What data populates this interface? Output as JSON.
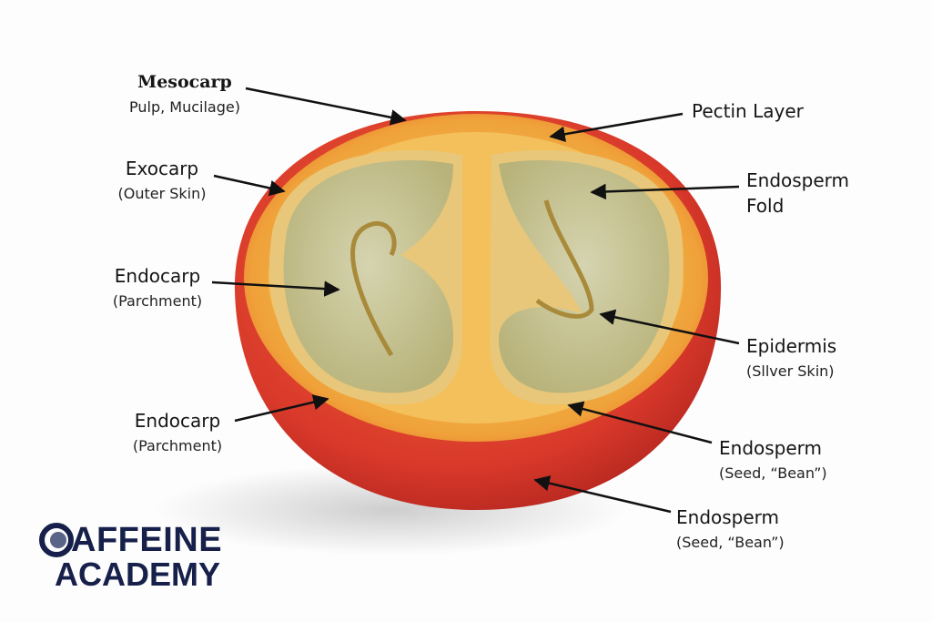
{
  "labels": {
    "mesocarp": {
      "main": "Mesocarp",
      "sub": "Pulp, Mucilage)"
    },
    "exocarp": {
      "main": "Exocarp",
      "sub": "(Outer Skin)"
    },
    "endocarp_upper": {
      "main": "Endocarp",
      "sub": "(Parchment)"
    },
    "endocarp_lower": {
      "main": "Endocarp",
      "sub": "(Parchment)"
    },
    "pectin": {
      "main": "Pectin Layer"
    },
    "endosperm_fold": {
      "main": "Endosperm",
      "sub": "Fold"
    },
    "epidermis": {
      "main": "Epidermis",
      "sub": "(Sllver Skin)"
    },
    "endosperm_upper": {
      "main": "Endosperm",
      "sub": "(Seed, “Bean”)"
    },
    "endosperm_lower": {
      "main": "Endosperm",
      "sub": "(Seed, “Bean”)"
    }
  },
  "logo": {
    "line1": "CAFFEINE",
    "line2": "ACADEMY"
  },
  "colors": {
    "skin": "#d9392a",
    "pulp": "#f0a23a",
    "bean": "#c9c69a",
    "logo": "#16204a"
  }
}
